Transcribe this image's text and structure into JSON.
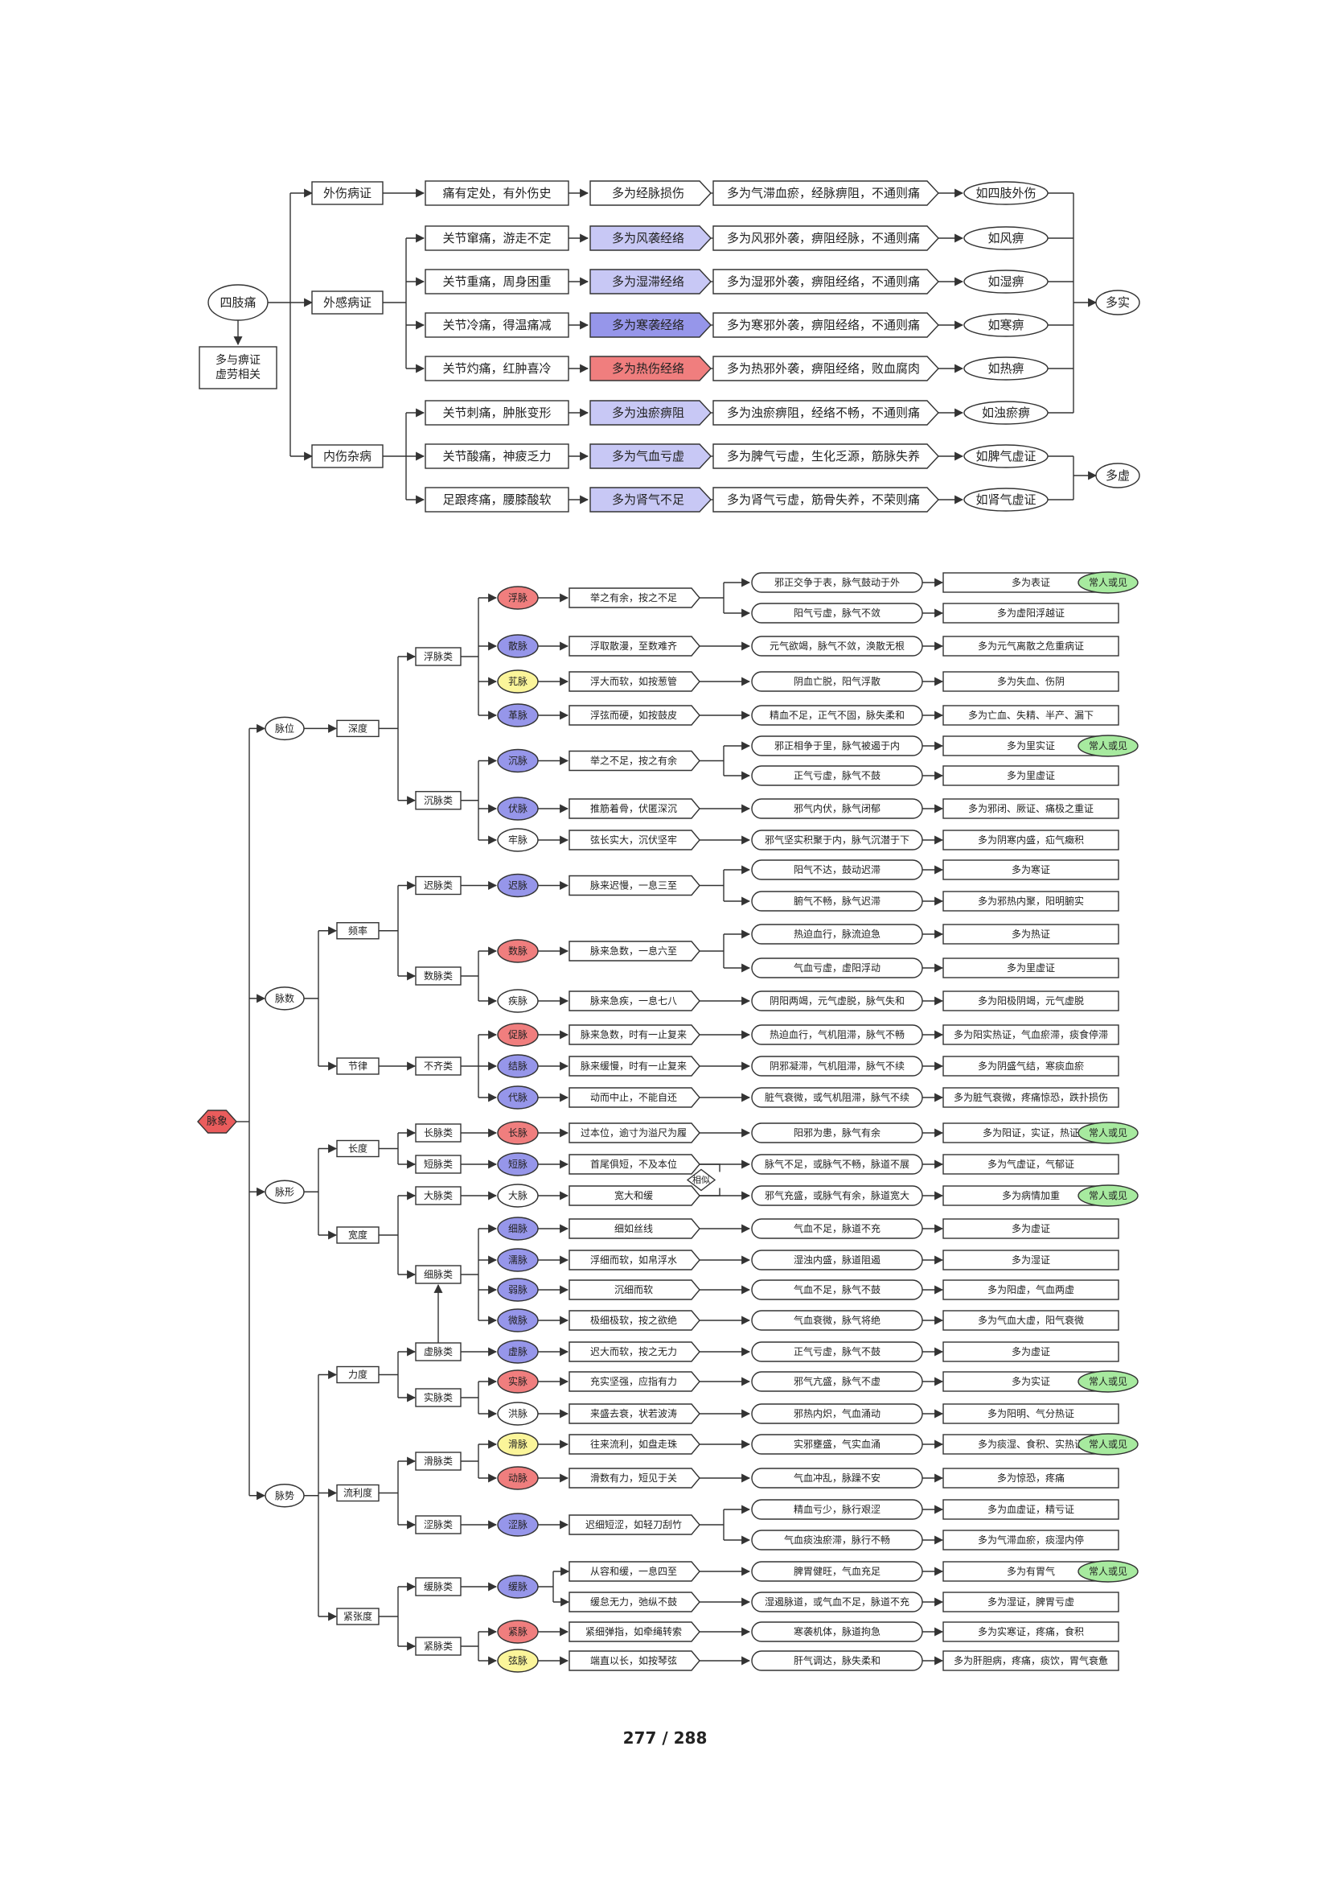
{
  "page": {
    "number": "277",
    "total": "288",
    "separator": " / "
  },
  "palette": {
    "stroke": "#333333",
    "lavender": "#c8c8f5",
    "blue": "#9696ea",
    "red": "#f07e7e",
    "yellow": "#fbf59a",
    "green": "#a7ea9f",
    "white": "#ffffff",
    "root": "#ea5c5c"
  },
  "limb_pain": {
    "root": "四肢痛",
    "note": "多与痹证\n虚劳相关",
    "groups": [
      {
        "name": "外伤病证",
        "rows": [
          {
            "symptom": "痛有定处，有外伤史",
            "mechanism": "多为经脉损伤",
            "detail": "多为气滞血瘀，经脉痹阻，不通则痛",
            "example": "如四肢外伤",
            "color": "white"
          }
        ]
      },
      {
        "name": "外感病证",
        "rows": [
          {
            "symptom": "关节窜痛，游走不定",
            "mechanism": "多为风袭经络",
            "detail": "多为风邪外袭，痹阻经脉，不通则痛",
            "example": "如风痹",
            "color": "lavender"
          },
          {
            "symptom": "关节重痛，周身困重",
            "mechanism": "多为湿滞经络",
            "detail": "多为湿邪外袭，痹阻经络，不通则痛",
            "example": "如湿痹",
            "color": "lavender"
          },
          {
            "symptom": "关节冷痛，得温痛减",
            "mechanism": "多为寒袭经络",
            "detail": "多为寒邪外袭，痹阻经络，不通则痛",
            "example": "如寒痹",
            "color": "blue"
          },
          {
            "symptom": "关节灼痛，红肿喜冷",
            "mechanism": "多为热伤经络",
            "detail": "多为热邪外袭，痹阻经络，败血腐肉",
            "example": "如热痹",
            "color": "red"
          }
        ]
      },
      {
        "name": "内伤杂病",
        "rows": [
          {
            "symptom": "关节刺痛，肿胀变形",
            "mechanism": "多为浊瘀痹阻",
            "detail": "多为浊瘀痹阻，经络不畅，不通则痛",
            "example": "如浊瘀痹",
            "color": "lavender"
          },
          {
            "symptom": "关节酸痛，神疲乏力",
            "mechanism": "多为气血亏虚",
            "detail": "多为脾气亏虚，生化乏源，筋脉失养",
            "example": "如脾气虚证",
            "color": "lavender"
          },
          {
            "symptom": "足跟疼痛，腰膝酸软",
            "mechanism": "多为肾气不足",
            "detail": "多为肾气亏虚，筋骨失养，不荣则痛",
            "example": "如肾气虚证",
            "color": "lavender"
          }
        ]
      }
    ],
    "summary": [
      "多实",
      "多虚"
    ],
    "relation": "相似"
  },
  "pulse": {
    "root": "脉象",
    "badge": "常人或见",
    "sections": [
      {
        "name": "脉位",
        "groups": [
          {
            "name": "深度",
            "classes": [
              {
                "name": "浮脉类",
                "pulses": [
                  {
                    "name": "浮脉",
                    "color": "red",
                    "desc": "举之有余，按之不足",
                    "items": [
                      {
                        "cause": "邪正交争于表，脉气鼓动于外",
                        "result": "多为表证",
                        "common": true
                      },
                      {
                        "cause": "阳气亏虚，脉气不敛",
                        "result": "多为虚阳浮越证"
                      }
                    ]
                  },
                  {
                    "name": "散脉",
                    "color": "blue",
                    "desc": "浮取散漫，至数难齐",
                    "items": [
                      {
                        "cause": "元气欲竭，脉气不敛，涣散无根",
                        "result": "多为元气离散之危重病证"
                      }
                    ]
                  },
                  {
                    "name": "芤脉",
                    "color": "yellow",
                    "desc": "浮大而软，如按葱管",
                    "items": [
                      {
                        "cause": "阴血亡脱，阳气浮散",
                        "result": "多为失血、伤阴"
                      }
                    ]
                  },
                  {
                    "name": "革脉",
                    "color": "blue",
                    "desc": "浮弦而硬，如按鼓皮",
                    "items": [
                      {
                        "cause": "精血不足，正气不固，脉失柔和",
                        "result": "多为亡血、失精、半产、漏下"
                      }
                    ]
                  }
                ]
              },
              {
                "name": "沉脉类",
                "pulses": [
                  {
                    "name": "沉脉",
                    "color": "blue",
                    "desc": "举之不足，按之有余",
                    "items": [
                      {
                        "cause": "邪正相争于里，脉气被遏于内",
                        "result": "多为里实证",
                        "common": true
                      },
                      {
                        "cause": "正气亏虚，脉气不鼓",
                        "result": "多为里虚证"
                      }
                    ]
                  },
                  {
                    "name": "伏脉",
                    "color": "blue",
                    "desc": "推筋着骨，伏匿深沉",
                    "items": [
                      {
                        "cause": "邪气内伏，脉气闭郁",
                        "result": "多为邪闭、厥证、痛极之重证"
                      }
                    ]
                  },
                  {
                    "name": "牢脉",
                    "color": "white",
                    "desc": "弦长实大，沉伏坚牢",
                    "items": [
                      {
                        "cause": "邪气坚实积聚于内，脉气沉潜于下",
                        "result": "多为阴寒内盛，疝气癥积"
                      }
                    ]
                  }
                ]
              }
            ]
          }
        ]
      },
      {
        "name": "脉数",
        "groups": [
          {
            "name": "频率",
            "classes": [
              {
                "name": "迟脉类",
                "pulses": [
                  {
                    "name": "迟脉",
                    "color": "blue",
                    "desc": "脉来迟慢，一息三至",
                    "items": [
                      {
                        "cause": "阳气不达，鼓动迟滞",
                        "result": "多为寒证"
                      },
                      {
                        "cause": "腑气不畅，脉气迟滞",
                        "result": "多为邪热内聚，阳明腑实"
                      }
                    ]
                  }
                ]
              },
              {
                "name": "数脉类",
                "pulses": [
                  {
                    "name": "数脉",
                    "color": "red",
                    "desc": "脉来急数，一息六至",
                    "items": [
                      {
                        "cause": "热迫血行，脉流迫急",
                        "result": "多为热证"
                      },
                      {
                        "cause": "气血亏虚，虚阳浮动",
                        "result": "多为里虚证"
                      }
                    ]
                  },
                  {
                    "name": "疾脉",
                    "color": "white",
                    "desc": "脉来急疾，一息七八",
                    "items": [
                      {
                        "cause": "阴阳两竭，元气虚脱，脉气失和",
                        "result": "多为阳极阴竭，元气虚脱"
                      }
                    ]
                  }
                ]
              }
            ]
          },
          {
            "name": "节律",
            "classes": [
              {
                "name": "不齐类",
                "pulses": [
                  {
                    "name": "促脉",
                    "color": "red",
                    "desc": "脉来急数，时有一止复来",
                    "items": [
                      {
                        "cause": "热迫血行，气机阻滞，脉气不畅",
                        "result": "多为阳实热证，气血瘀滞，痰食停滞"
                      }
                    ]
                  },
                  {
                    "name": "结脉",
                    "color": "blue",
                    "desc": "脉来缓慢，时有一止复来",
                    "items": [
                      {
                        "cause": "阴邪凝滞，气机阻滞，脉气不续",
                        "result": "多为阴盛气结，寒痰血瘀"
                      }
                    ]
                  },
                  {
                    "name": "代脉",
                    "color": "blue",
                    "desc": "动而中止，不能自还",
                    "items": [
                      {
                        "cause": "脏气衰微，或气机阻滞，脉气不续",
                        "result": "多为脏气衰微，疼痛惊恐，跌扑损伤"
                      }
                    ]
                  }
                ]
              }
            ]
          }
        ]
      },
      {
        "name": "脉形",
        "groups": [
          {
            "name": "长度",
            "classes": [
              {
                "name": "长脉类",
                "pulses": [
                  {
                    "name": "长脉",
                    "color": "red",
                    "desc": "过本位，逾寸为溢尺为履",
                    "items": [
                      {
                        "cause": "阳邪为患，脉气有余",
                        "result": "多为阳证，实证，热证",
                        "common": true
                      }
                    ]
                  }
                ]
              },
              {
                "name": "短脉类",
                "pulses": [
                  {
                    "name": "短脉",
                    "color": "blue",
                    "desc": "首尾俱短，不及本位",
                    "items": [
                      {
                        "cause": "脉气不足，或脉气不畅，脉道不展",
                        "result": "多为气虚证，气郁证"
                      }
                    ]
                  }
                ]
              }
            ]
          },
          {
            "name": "宽度",
            "classes": [
              {
                "name": "大脉类",
                "pulses": [
                  {
                    "name": "大脉",
                    "color": "white",
                    "desc": "宽大和缓",
                    "items": [
                      {
                        "cause": "邪气充盛，或脉气有余，脉道宽大",
                        "result": "多为病情加重",
                        "common": true
                      }
                    ]
                  }
                ]
              },
              {
                "name": "细脉类",
                "pulses": [
                  {
                    "name": "细脉",
                    "color": "blue",
                    "desc": "细如丝线",
                    "items": [
                      {
                        "cause": "气血不足，脉道不充",
                        "result": "多为虚证"
                      }
                    ]
                  },
                  {
                    "name": "濡脉",
                    "color": "blue",
                    "desc": "浮细而软，如帛浮水",
                    "items": [
                      {
                        "cause": "湿浊内盛，脉道阻遏",
                        "result": "多为湿证"
                      }
                    ]
                  },
                  {
                    "name": "弱脉",
                    "color": "blue",
                    "desc": "沉细而软",
                    "items": [
                      {
                        "cause": "气血不足，脉气不鼓",
                        "result": "多为阳虚，气血两虚"
                      }
                    ]
                  },
                  {
                    "name": "微脉",
                    "color": "blue",
                    "desc": "极细极软，按之欲绝",
                    "items": [
                      {
                        "cause": "气血衰微，脉气将绝",
                        "result": "多为气血大虚，阳气衰微"
                      }
                    ]
                  }
                ]
              }
            ]
          }
        ]
      },
      {
        "name": "脉势",
        "groups": [
          {
            "name": "力度",
            "classes": [
              {
                "name": "虚脉类",
                "pulses": [
                  {
                    "name": "虚脉",
                    "color": "blue",
                    "desc": "迟大而软，按之无力",
                    "items": [
                      {
                        "cause": "正气亏虚，脉气不鼓",
                        "result": "多为虚证"
                      }
                    ]
                  }
                ]
              },
              {
                "name": "实脉类",
                "pulses": [
                  {
                    "name": "实脉",
                    "color": "red",
                    "desc": "充实坚强，应指有力",
                    "items": [
                      {
                        "cause": "邪气亢盛，脉气不虚",
                        "result": "多为实证",
                        "common": true
                      }
                    ]
                  },
                  {
                    "name": "洪脉",
                    "color": "white",
                    "desc": "来盛去衰，状若波涛",
                    "items": [
                      {
                        "cause": "邪热内炽，气血涌动",
                        "result": "多为阳明、气分热证"
                      }
                    ]
                  }
                ]
              }
            ]
          },
          {
            "name": "流利度",
            "classes": [
              {
                "name": "滑脉类",
                "pulses": [
                  {
                    "name": "滑脉",
                    "color": "yellow",
                    "desc": "往来流利，如盘走珠",
                    "items": [
                      {
                        "cause": "实邪壅盛，气实血涌",
                        "result": "多为痰湿、食积、实热证",
                        "common": true
                      }
                    ]
                  },
                  {
                    "name": "动脉",
                    "color": "red",
                    "desc": "滑数有力，短见于关",
                    "items": [
                      {
                        "cause": "气血冲乱，脉躁不安",
                        "result": "多为惊恐，疼痛"
                      }
                    ]
                  }
                ]
              },
              {
                "name": "涩脉类",
                "pulses": [
                  {
                    "name": "涩脉",
                    "color": "blue",
                    "desc": "迟细短涩，如轻刀刮竹",
                    "items": [
                      {
                        "cause": "精血亏少，脉行艰涩",
                        "result": "多为血虚证，精亏证"
                      },
                      {
                        "cause": "气血痰浊瘀滞，脉行不畅",
                        "result": "多为气滞血瘀，痰湿内停"
                      }
                    ]
                  }
                ]
              }
            ]
          },
          {
            "name": "紧张度",
            "classes": [
              {
                "name": "缓脉类",
                "pulses": [
                  {
                    "name": "缓脉",
                    "color": "blue",
                    "split": true,
                    "items": [
                      {
                        "desc": "从容和缓，一息四至",
                        "cause": "脾胃健旺，气血充足",
                        "result": "多为有胃气",
                        "common": true
                      },
                      {
                        "desc": "缓怠无力，弛纵不鼓",
                        "cause": "湿遏脉道，或气血不足，脉道不充",
                        "result": "多为湿证，脾胃亏虚"
                      }
                    ]
                  }
                ]
              },
              {
                "name": "紧脉类",
                "pulses": [
                  {
                    "name": "紧脉",
                    "color": "red",
                    "desc": "紧细弹指，如牵绳转索",
                    "items": [
                      {
                        "cause": "寒袭机体，脉道拘急",
                        "result": "多为实寒证，疼痛，食积"
                      }
                    ]
                  },
                  {
                    "name": "弦脉",
                    "color": "yellow",
                    "desc": "端直以长，如按琴弦",
                    "items": [
                      {
                        "cause": "肝气调达，脉失柔和",
                        "result": "多为肝胆病，疼痛，痰饮，胃气衰惫"
                      }
                    ]
                  }
                ]
              }
            ]
          }
        ]
      }
    ]
  }
}
